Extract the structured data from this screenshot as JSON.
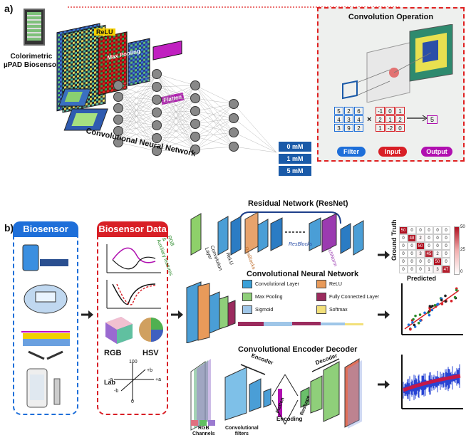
{
  "panel_a": {
    "tag": "a)",
    "sensor_label": "Colorimetric\nµPAD Biosensor",
    "layers": {
      "conv": "Convolutional Layer",
      "relu": "ReLU",
      "pool": "Max Pooling",
      "flatten": "Flatten"
    },
    "cnn_caption": "Convolutional Neural Network",
    "outputs": [
      "0 mM",
      "1 mM",
      "5 mM"
    ],
    "conv_op": {
      "title": "Convolution Operation",
      "filter": [
        "5",
        "2",
        "6",
        "4",
        "3",
        "4",
        "3",
        "9",
        "2"
      ],
      "input": [
        "-1",
        "0",
        "1",
        "2",
        "1",
        "2",
        "1",
        "-2",
        "0"
      ],
      "output_value": "5",
      "buttons": {
        "filter": "Filter",
        "input": "Input",
        "output": "Output"
      }
    }
  },
  "panel_b": {
    "tag": "b)",
    "biosensor_title": "Biosensor",
    "data_title": "Biosensor Data",
    "rgb_label": "RGB",
    "hsv_label": "HSV",
    "lab_label": "Lab",
    "lab_axis": [
      "100",
      "+b",
      "-a",
      "+a",
      "-b",
      "0"
    ],
    "resnet": {
      "title": "Residual Network (ResNet)",
      "labels": [
        "RGB\n&\nAuxiliary features",
        "Convolution\nLayer",
        "ReLU",
        "ResBlocks",
        "ResBlocks",
        "BatchNorm"
      ]
    },
    "cnn": {
      "title": "Convolutional Neural Network",
      "legend": [
        {
          "label": "Convolutional Layer",
          "color": "#3aa0d8"
        },
        {
          "label": "ReLU",
          "color": "#e89a5a"
        },
        {
          "label": "Max Pooling",
          "color": "#8fcf7a"
        },
        {
          "label": "Fully Connected Layer",
          "color": "#9b2b5e"
        },
        {
          "label": "Sigmoid",
          "color": "#9fc6e8"
        },
        {
          "label": "Softmax",
          "color": "#f2e07a"
        }
      ]
    },
    "encdec": {
      "title": "Convolutional Encoder Decoder",
      "encoder": "Encoder",
      "decoder": "Decoder",
      "encoding": "Encoding",
      "flatten": "Flatten",
      "reshape": "Reshape",
      "rgb_channels": "RGB\nChannels",
      "conv_filters": "Convolutional\nfilters"
    },
    "confusion": {
      "ylabel": "Ground Truth",
      "xlabel": "Predicted",
      "scale": [
        "50",
        "25",
        "0"
      ],
      "cells": [
        [
          "50",
          "0",
          "0",
          "0",
          "0",
          "0"
        ],
        [
          "0",
          "48",
          "2",
          "0",
          "0",
          "0"
        ],
        [
          "0",
          "0",
          "50",
          "0",
          "0",
          "0"
        ],
        [
          "0",
          "0",
          "3",
          "45",
          "2",
          "0"
        ],
        [
          "0",
          "0",
          "0",
          "0",
          "50",
          "0"
        ],
        [
          "0",
          "0",
          "0",
          "1",
          "3",
          "47"
        ]
      ]
    }
  }
}
